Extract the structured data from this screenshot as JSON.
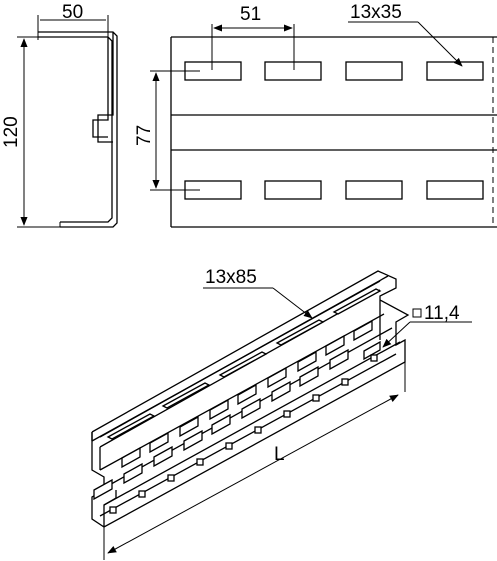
{
  "dimensions": {
    "profile_width": "50",
    "profile_height": "120",
    "slot_pitch": "51",
    "slot_size_front": "13x35",
    "slot_row_spacing": "77",
    "slot_size_top": "13x85",
    "square_hole": "11,4",
    "length": "L"
  },
  "symbols": {
    "square_hole_icon": "square-symbol"
  }
}
